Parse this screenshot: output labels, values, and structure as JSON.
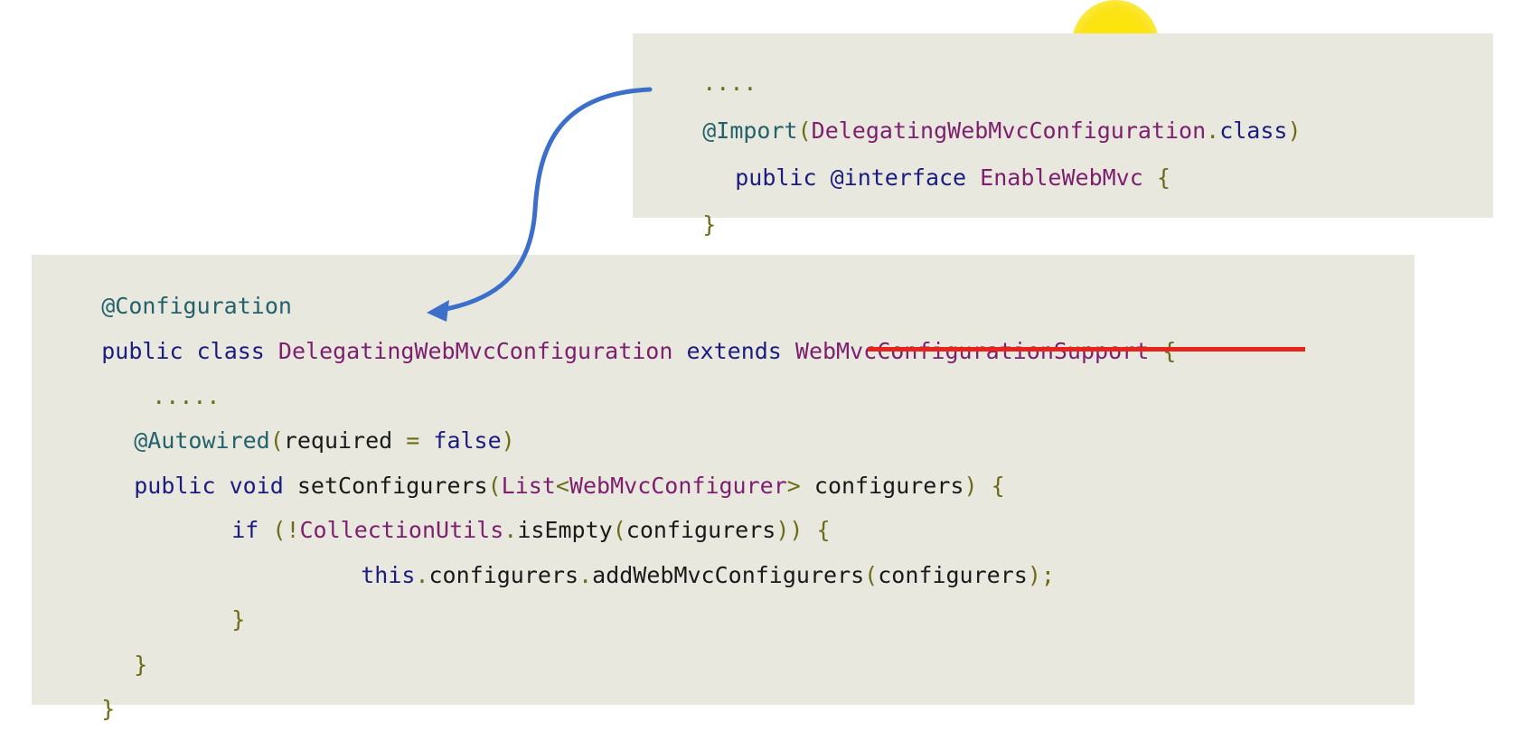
{
  "colors": {
    "panel_background": "#e8e8de",
    "keyword": "#1c1c80",
    "type_name": "#7d1f6e",
    "annotation": "#23626a",
    "punctuation": "#6b6b18",
    "plain": "#1a1a1a",
    "arrow": "#3b6fc9",
    "underline": "#e8231c",
    "highlight": "#ffe600"
  },
  "top_snippet": {
    "ellipsis": "....",
    "import_annotation": "@Import",
    "import_open": "(",
    "import_type": "DelegatingWebMvcConfiguration",
    "import_dot": ".",
    "import_class_kw": "class",
    "import_close": ")",
    "public_kw": "public",
    "interface_kw": "@interface",
    "interface_name": "EnableWebMvc",
    "open_brace": "{",
    "close_brace": "}"
  },
  "main_snippet": {
    "configuration_annotation": "@Configuration",
    "public_kw": "public",
    "class_kw": "class",
    "class_name": "DelegatingWebMvcConfiguration",
    "extends_kw": "extends",
    "superclass": "WebMvcConfigurationSupport",
    "class_open_brace": "{",
    "ellipsis": ".....",
    "autowired_annotation": "@Autowired",
    "autowired_open": "(",
    "autowired_param": "required",
    "autowired_eq": "=",
    "autowired_value": "false",
    "autowired_close": ")",
    "method_public_kw": "public",
    "method_void_kw": "void",
    "method_name": "setConfigurers",
    "method_open": "(",
    "param_type": "List",
    "param_lt": "<",
    "param_generic": "WebMvcConfigurer",
    "param_gt": ">",
    "param_name": "configurers",
    "method_close": ")",
    "method_brace": "{",
    "if_kw": "if",
    "if_open": "(!",
    "if_util_type": "CollectionUtils",
    "if_dot": ".",
    "if_call": "isEmpty",
    "if_arg_open": "(",
    "if_arg": "configurers",
    "if_close": "))",
    "if_brace": "{",
    "this_kw": "this",
    "this_dot": ".",
    "field": "configurers",
    "field_dot": ".",
    "add_call": "addWebMvcConfigurers",
    "add_open": "(",
    "add_arg": "configurers",
    "add_close": ");",
    "if_close_brace": "}",
    "method_close_brace": "}",
    "class_close_brace": "}"
  }
}
